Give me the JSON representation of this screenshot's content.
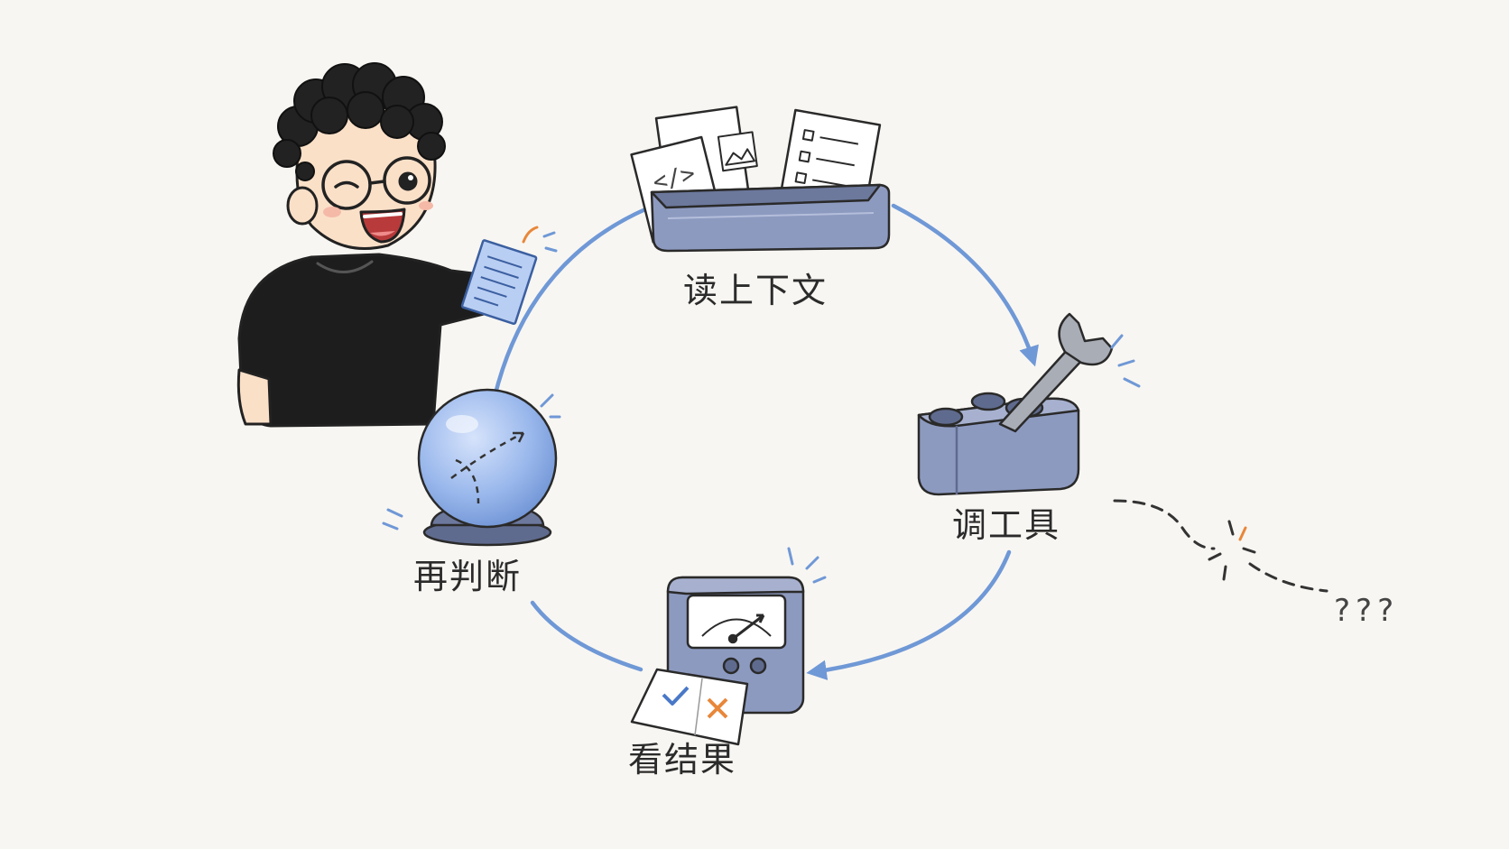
{
  "steps": [
    {
      "label": "读上下文",
      "icon": "document-tray-icon"
    },
    {
      "label": "调工具",
      "icon": "wrench-icon"
    },
    {
      "label": "看结果",
      "icon": "meter-printout-icon"
    },
    {
      "label": "再判断",
      "icon": "crystal-ball-icon"
    }
  ],
  "branch": {
    "label": "???"
  },
  "colors": {
    "arrow": "#6f98d6",
    "device": "#8d9ac0",
    "device_dark": "#5f6b8e",
    "accent_orange": "#e8873a",
    "shirt": "#1d1d1d",
    "skin": "#fbe0c8"
  }
}
